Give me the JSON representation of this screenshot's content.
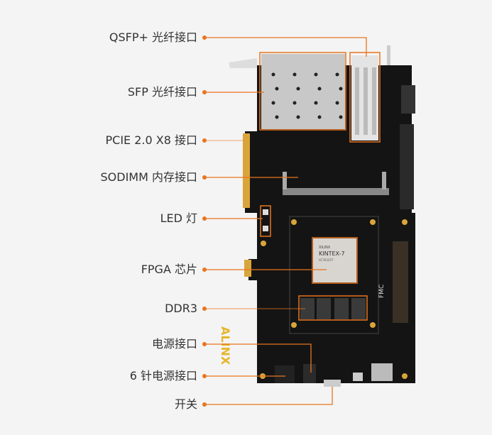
{
  "accent": "#e8751f",
  "labels": [
    {
      "id": "qsfp",
      "text": "QSFP+ 光纤接口"
    },
    {
      "id": "sfp",
      "text": "SFP 光纤接口"
    },
    {
      "id": "pcie",
      "text": "PCIE 2.0 X8 接口"
    },
    {
      "id": "sodimm",
      "text": "SODIMM 内存接口"
    },
    {
      "id": "led",
      "text": "LED 灯"
    },
    {
      "id": "fpga",
      "text": "FPGA 芯片"
    },
    {
      "id": "ddr3",
      "text": "DDR3"
    },
    {
      "id": "power",
      "text": "电源接口"
    },
    {
      "id": "power6",
      "text": "6 针电源接口"
    },
    {
      "id": "switch",
      "text": "开关"
    }
  ],
  "board": {
    "brand": "ALINX",
    "chip_vendor": "XILINX",
    "chip_family": "KINTEX-7",
    "chip_part": "XC7K325T",
    "fmc": "FMC"
  }
}
